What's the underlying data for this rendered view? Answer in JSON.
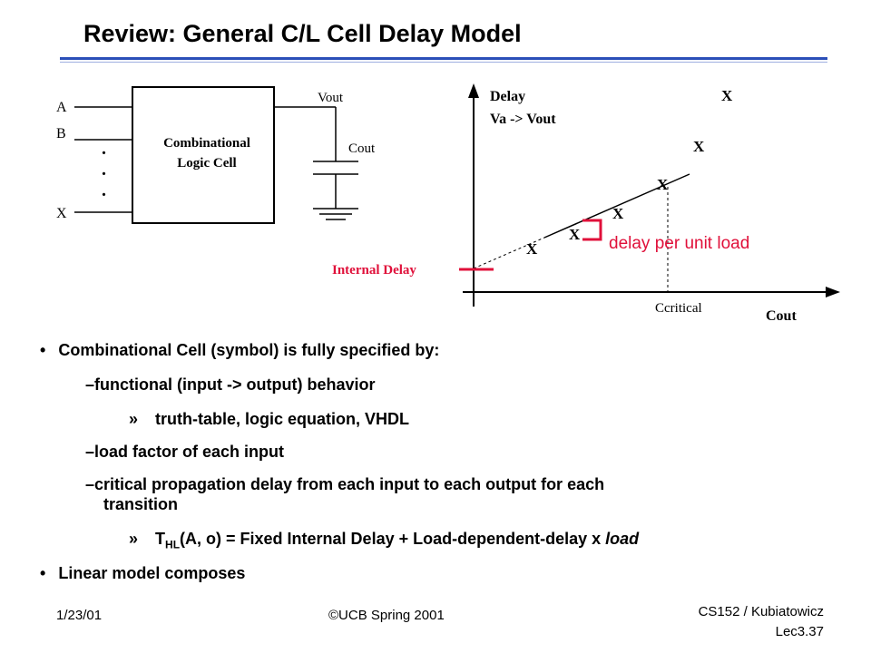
{
  "title": "Review: General C/L Cell Delay Model",
  "colors": {
    "title_rule": "#2b4fb8",
    "accent": "#e0103a",
    "text": "#000000"
  },
  "schematic": {
    "inputs": [
      "A",
      "B",
      "X"
    ],
    "ellipsis": ".",
    "cell_label_line1": "Combinational",
    "cell_label_line2": "Logic Cell",
    "output_label": "Vout",
    "cap_label": "Cout"
  },
  "graph": {
    "y_label_line1": "Delay",
    "y_label_line2": "Va -> Vout",
    "x_label": "Cout",
    "marker": "X",
    "internal_delay_label": "Internal Delay",
    "slope_label": "delay per unit load",
    "critical_label": "Ccritical"
  },
  "bullets": {
    "b1": "Combinational Cell (symbol) is fully specified by:",
    "b1_dash1": "functional (input -> output) behavior",
    "b1_sub1": "truth-table, logic equation, VHDL",
    "b1_dash2": "load factor of each input",
    "b1_dash3_line1": "critical propagation delay from each input to each output for each",
    "b1_dash3_line2": "transition",
    "b1_sub2_T": "T",
    "b1_sub2_sub": "HL",
    "b1_sub2_mid": "(A, o) = Fixed Internal Delay + Load-dependent-delay x ",
    "b1_sub2_load": "load",
    "b2": "Linear model composes",
    "bullet_glyph": "•",
    "dash_glyph": "–",
    "sub_glyph": "»"
  },
  "footer": {
    "date": "1/23/01",
    "copyright": "©UCB Spring 2001",
    "course": "CS152 / Kubiatowicz",
    "lecture": "Lec3.37"
  }
}
